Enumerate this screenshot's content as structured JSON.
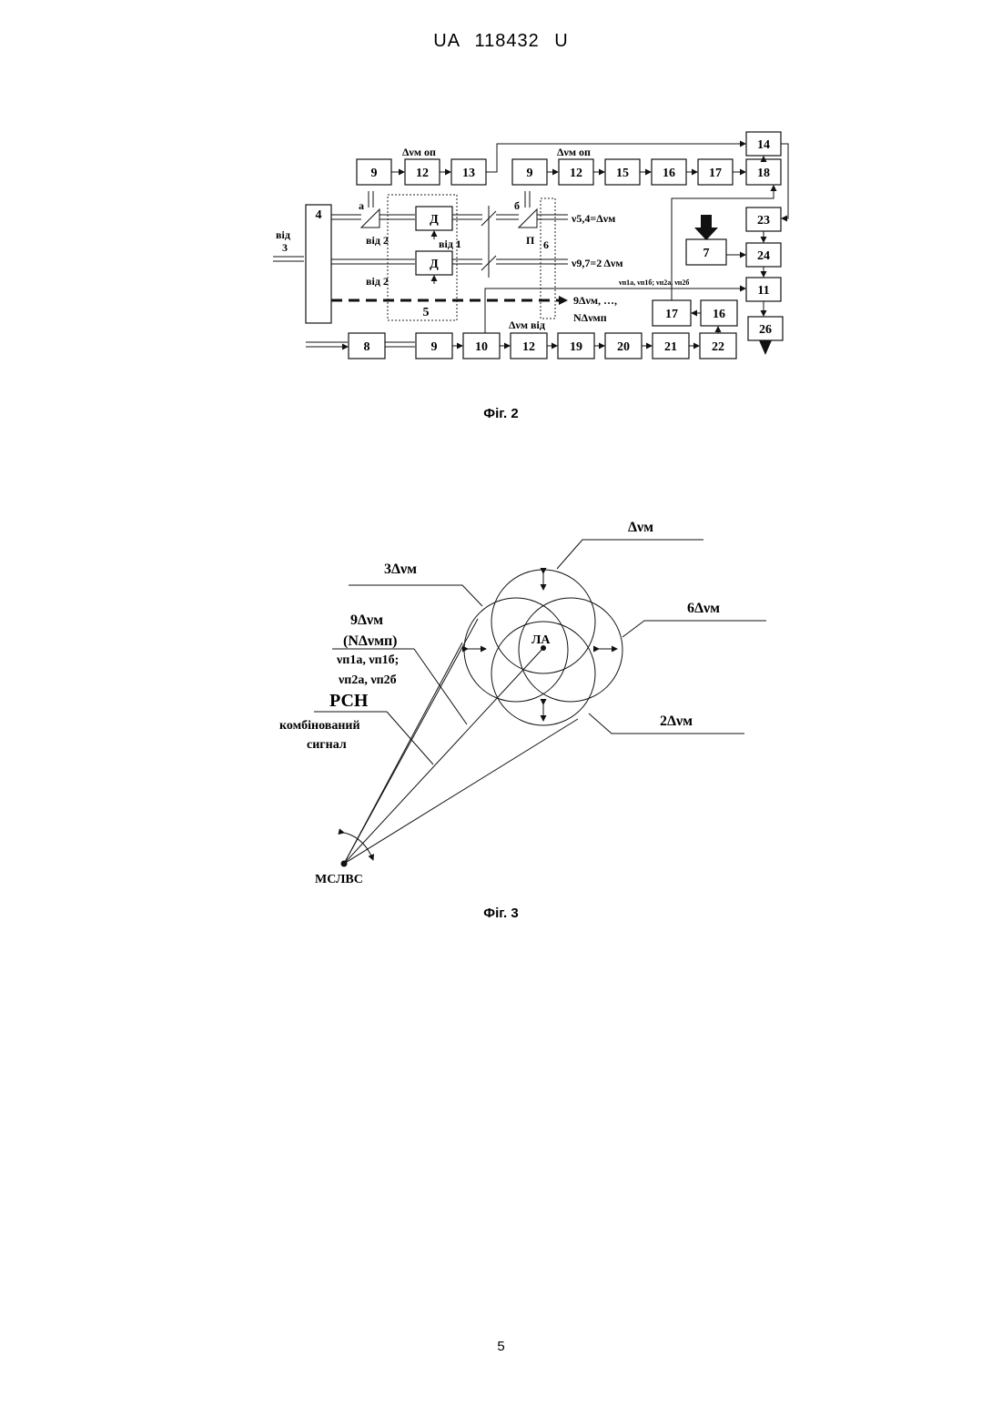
{
  "page": {
    "header": "UA   118432   U",
    "page_number": "5"
  },
  "fig2": {
    "caption": "Фіг. 2",
    "labels": {
      "vid3_a": "від",
      "vid3_b": "3",
      "a": "а",
      "b": "б",
      "p": "П",
      "d": "Д",
      "vid2": "від 2",
      "vid1": "від 1",
      "nu54": "ν5,4=Δνм",
      "nu97": "ν9,7=2 Δνм",
      "n9": "9Δνм, …,",
      "nn": "NΔνмп",
      "dnu_op1": "Δνм оп",
      "dnu_op2": "Δνм оп",
      "dnu_vid": "Δνм від",
      "nu_list": "νп1а, νп1б; νп2а, νп2б"
    },
    "blocks": {
      "b4": "4",
      "b5": "5",
      "b6": "6",
      "b9a": "9",
      "b12a": "12",
      "b13": "13",
      "b9b": "9",
      "b12b": "12",
      "b15": "15",
      "b16a": "16",
      "b17a": "17",
      "b18": "18",
      "b14": "14",
      "b23": "23",
      "b7": "7",
      "b24": "24",
      "b11": "11",
      "b17b": "17",
      "b16b": "16",
      "b26": "26",
      "b8": "8",
      "b9c": "9",
      "b10": "10",
      "b12c": "12",
      "b19": "19",
      "b20": "20",
      "b21": "21",
      "b22": "22"
    }
  },
  "fig3": {
    "caption": "Фіг. 3",
    "labels": {
      "dnu": "Δνм",
      "dnu3": "3Δνм",
      "dnu6": "6Δνм",
      "dnu9": "9Δνм",
      "ndnu": "(NΔνмп)",
      "nu1": "νп1а, νп1б;",
      "nu2": "νп2а, νп2б",
      "rsn": "РСН",
      "combined1": "комбінований",
      "combined2": "сигнал",
      "dnu2": "2Δνм",
      "la": "ЛА",
      "mslvs": "МСЛВС"
    }
  }
}
